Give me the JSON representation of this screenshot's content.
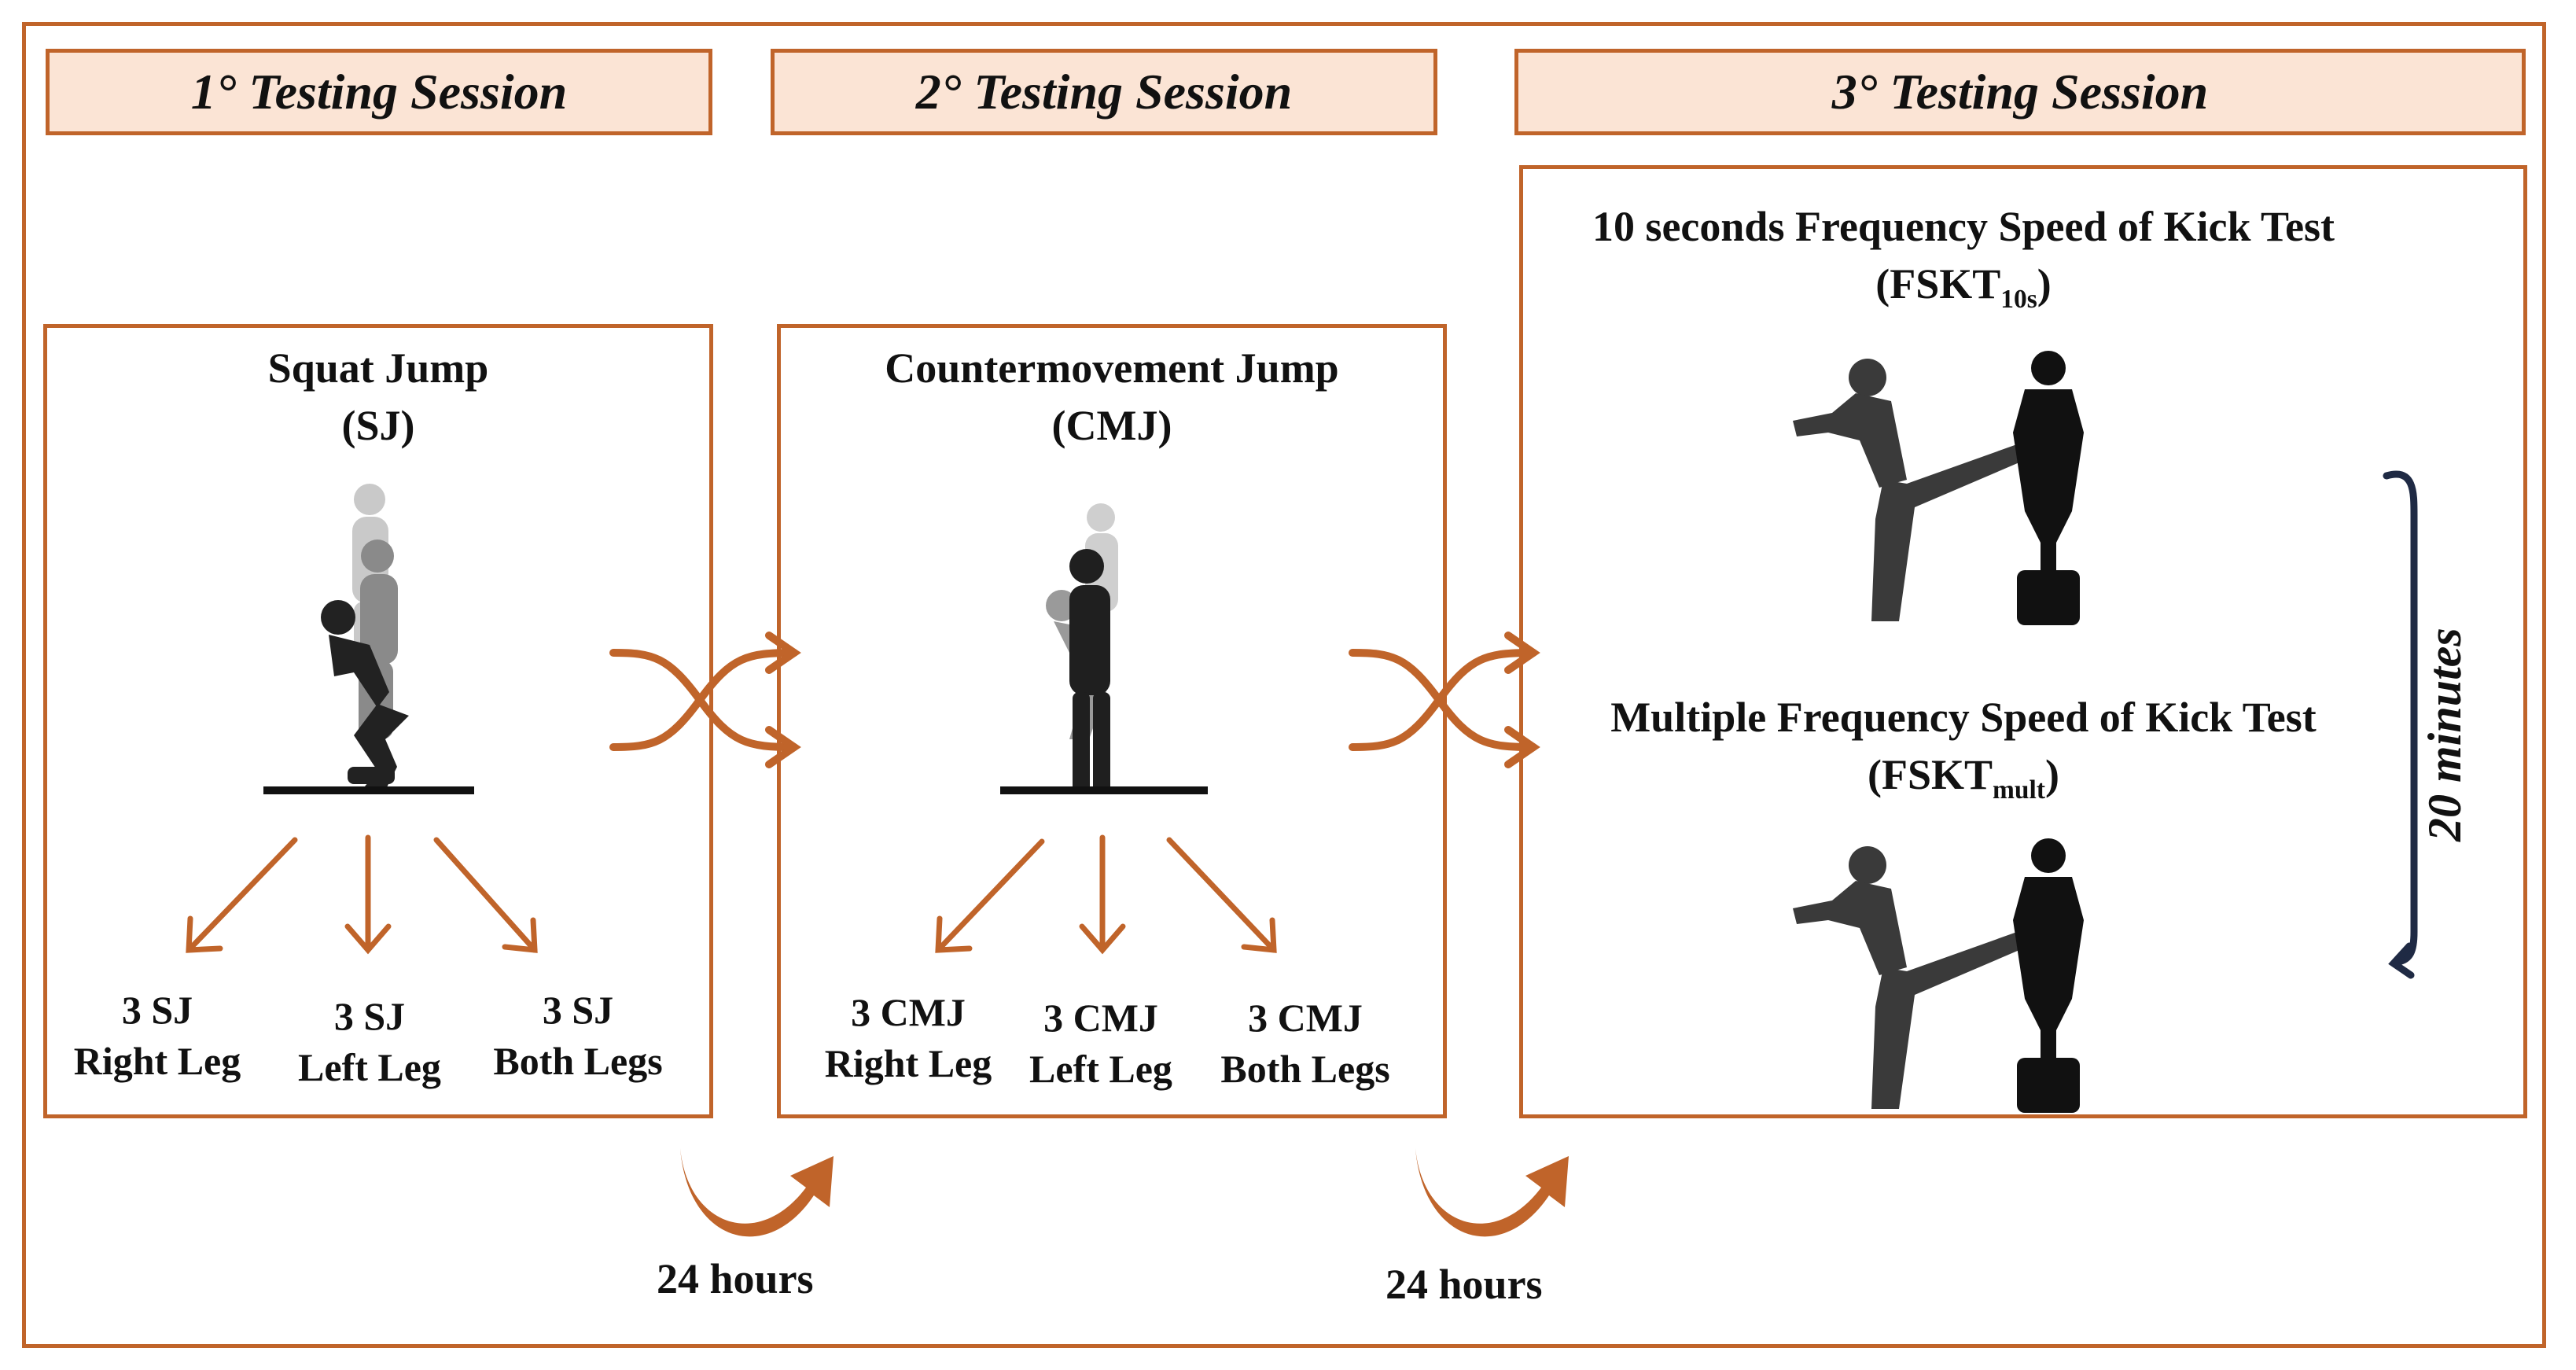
{
  "sessions": [
    {
      "header": "1° Testing Session"
    },
    {
      "header": "2° Testing Session"
    },
    {
      "header": "3° Testing Session"
    }
  ],
  "session1": {
    "test_name": "Squat Jump",
    "test_abbr": "(SJ)",
    "outcomes": [
      {
        "count": "3 SJ",
        "leg": "Right Leg"
      },
      {
        "count": "3 SJ",
        "leg": "Left Leg"
      },
      {
        "count": "3 SJ",
        "leg": "Both Legs"
      }
    ]
  },
  "session2": {
    "test_name": "Countermovement Jump",
    "test_abbr": "(CMJ)",
    "outcomes": [
      {
        "count": "3 CMJ",
        "leg": "Right Leg"
      },
      {
        "count": "3 CMJ",
        "leg": "Left Leg"
      },
      {
        "count": "3 CMJ",
        "leg": "Both Legs"
      }
    ]
  },
  "session3": {
    "test1_name": "10 seconds Frequency Speed of Kick Test",
    "test1_abbr_base": "(FSKT",
    "test1_abbr_sub": "10s",
    "test1_abbr_close": ")",
    "test2_name": "Multiple Frequency Speed of Kick Test",
    "test2_abbr_base": "(FSKT",
    "test2_abbr_sub": "mult",
    "test2_abbr_close": ")",
    "interval": "20 minutes"
  },
  "transitions": [
    {
      "label": "24 hours"
    },
    {
      "label": "24 hours"
    }
  ],
  "colors": {
    "accent": "#c0642a",
    "header_fill": "#fbe4d5",
    "navy": "#1f2a44"
  },
  "icons": [
    "squat-jump-silhouette",
    "countermovement-jump-silhouette",
    "kick-silhouette",
    "punching-dummy-icon",
    "shuffle-arrow-icon",
    "curved-arrow-icon",
    "bracket-arrow-icon"
  ]
}
